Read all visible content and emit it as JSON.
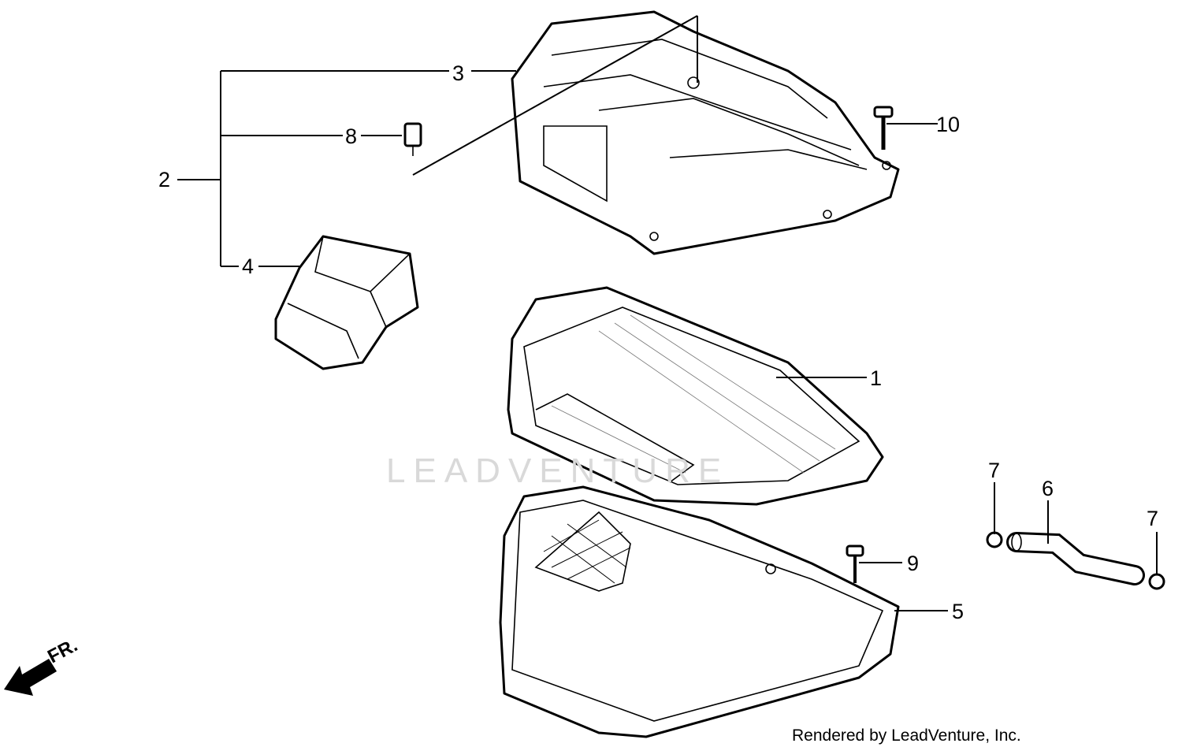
{
  "diagram": {
    "watermark": "LEADVENTURE",
    "footer": "Rendered by LeadVenture, Inc.",
    "direction_label": "FR.",
    "callouts": [
      {
        "id": "1",
        "label": "1"
      },
      {
        "id": "2",
        "label": "2"
      },
      {
        "id": "3",
        "label": "3"
      },
      {
        "id": "4",
        "label": "4"
      },
      {
        "id": "5",
        "label": "5"
      },
      {
        "id": "6",
        "label": "6"
      },
      {
        "id": "7a",
        "label": "7"
      },
      {
        "id": "7b",
        "label": "7"
      },
      {
        "id": "8",
        "label": "8"
      },
      {
        "id": "9",
        "label": "9"
      },
      {
        "id": "10",
        "label": "10"
      }
    ]
  }
}
